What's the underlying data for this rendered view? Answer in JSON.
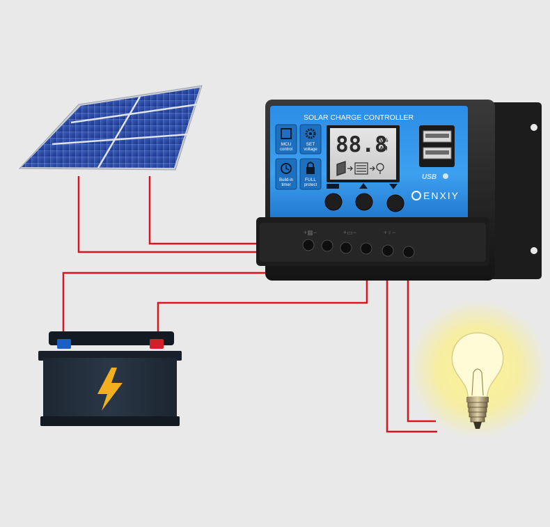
{
  "controller": {
    "title": "SOLAR CHARGE CONTROLLER",
    "lcd_digits": "88.8",
    "lcd_unit_top": "V%",
    "lcd_unit_bottom": "AH",
    "icons": [
      {
        "name": "mcu",
        "line1": "MCU",
        "line2": "control"
      },
      {
        "name": "set",
        "line1": "SET",
        "line2": "voltage"
      },
      {
        "name": "timer",
        "line1": "Build-in",
        "line2": "timer"
      },
      {
        "name": "full",
        "line1": "FULL",
        "line2": "protect"
      }
    ],
    "usb_label": "USB",
    "brand": "ENXIY",
    "button_names": [
      "menu",
      "up",
      "down"
    ]
  },
  "colors": {
    "wire": "#d9141c",
    "panel_blue": "#2f8fe0",
    "housing": "#242424",
    "battery_body": "#1f2a36",
    "bolt": "#f2b01e",
    "bulb_glow": "#fff06a"
  },
  "components": [
    "solar-panel",
    "charge-controller",
    "battery",
    "light-bulb"
  ]
}
